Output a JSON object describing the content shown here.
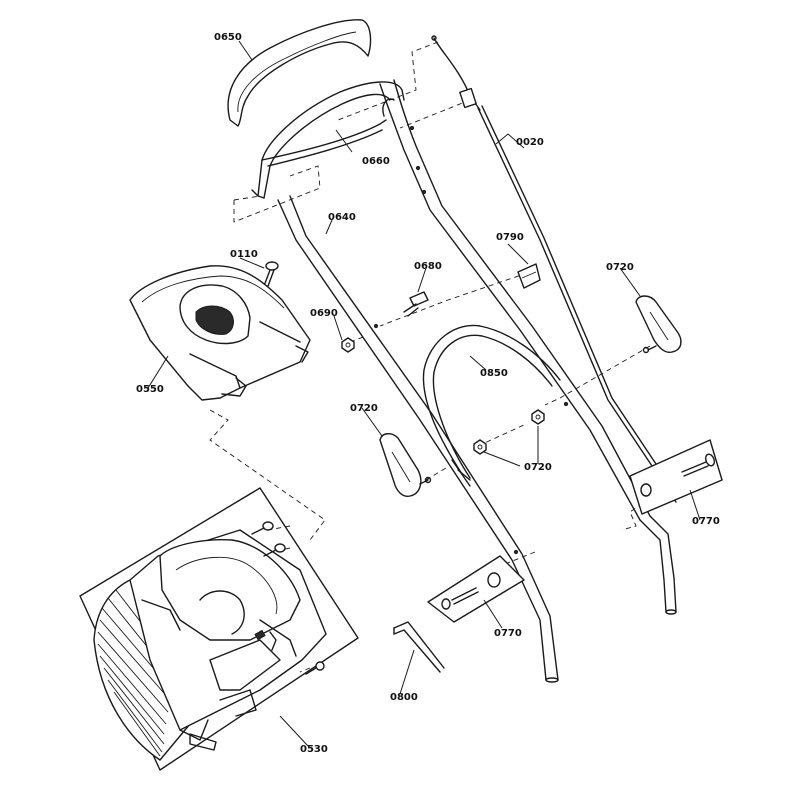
{
  "callouts": {
    "p0650": "0650",
    "p0660": "0660",
    "p0020": "0020",
    "p0640": "0640",
    "p0790": "0790",
    "p0110": "0110",
    "p0680": "0680",
    "p0720_right": "0720",
    "p0690": "0690",
    "p0550": "0550",
    "p0850": "0850",
    "p0720_left": "0720",
    "p0720_mid": "0720",
    "p0770_right": "0770",
    "p0770_mid": "0770",
    "p0800": "0800",
    "p0530": "0530"
  }
}
